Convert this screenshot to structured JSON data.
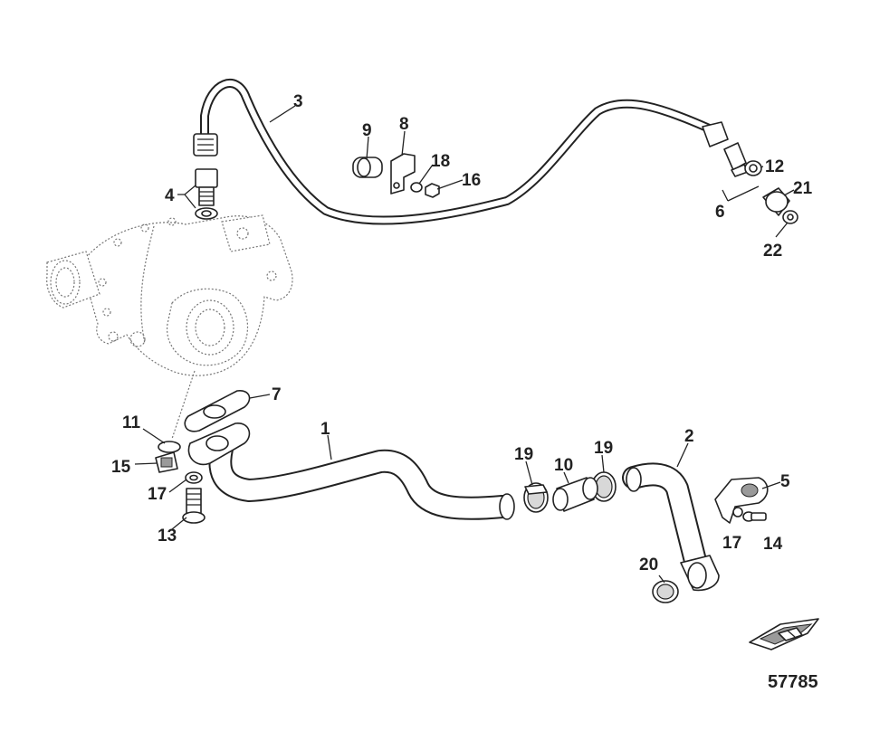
{
  "diagram": {
    "figure_number": "57785",
    "callouts": {
      "c1": "1",
      "c2": "2",
      "c3": "3",
      "c4": "4",
      "c5": "5",
      "c6": "6",
      "c7": "7",
      "c8": "8",
      "c9": "9",
      "c10": "10",
      "c11": "11",
      "c12": "12",
      "c13": "13",
      "c14": "14",
      "c15": "15",
      "c16": "16",
      "c17a": "17",
      "c17b": "17",
      "c18": "18",
      "c19a": "19",
      "c19b": "19",
      "c20": "20",
      "c21": "21",
      "c22": "22"
    }
  }
}
